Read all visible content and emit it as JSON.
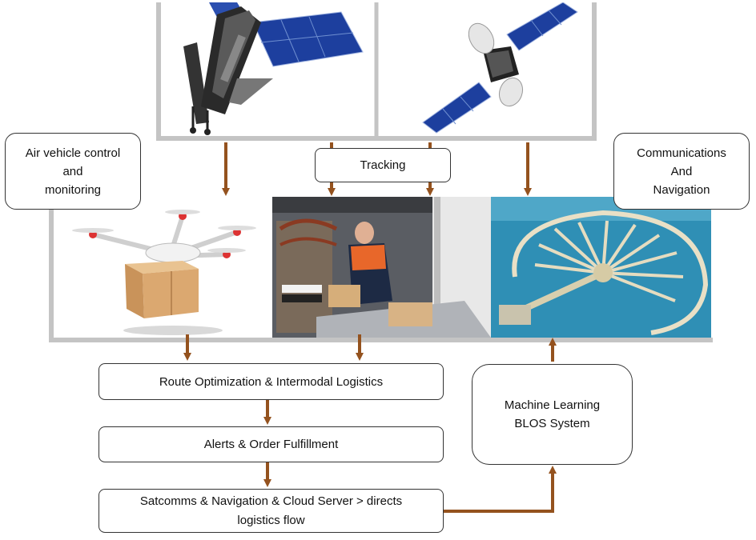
{
  "labels": {
    "air_vehicle": "Air vehicle control\nand\nmonitoring",
    "tracking": "Tracking",
    "comms_nav": "Communications\nAnd\nNavigation",
    "route_opt": "Route Optimization & Intermodal Logistics",
    "alerts": "Alerts & Order Fulfillment",
    "satcomms": "Satcomms & Navigation & Cloud Server > directs\nlogistics flow",
    "ml_blos": "Machine Learning\nBLOS System"
  },
  "images": {
    "satellite_left": "satellite-icon",
    "satellite_right": "satellite-icon",
    "drone": "drone-icon",
    "worker": "delivery-worker-photo",
    "palm_island": "palm-island-map"
  },
  "colors": {
    "arrow": "#94521e",
    "frame": "#c4c4c4",
    "box_border": "#333333",
    "solar_panel": "#1d3f9e",
    "sea": "#2f8fb5"
  }
}
